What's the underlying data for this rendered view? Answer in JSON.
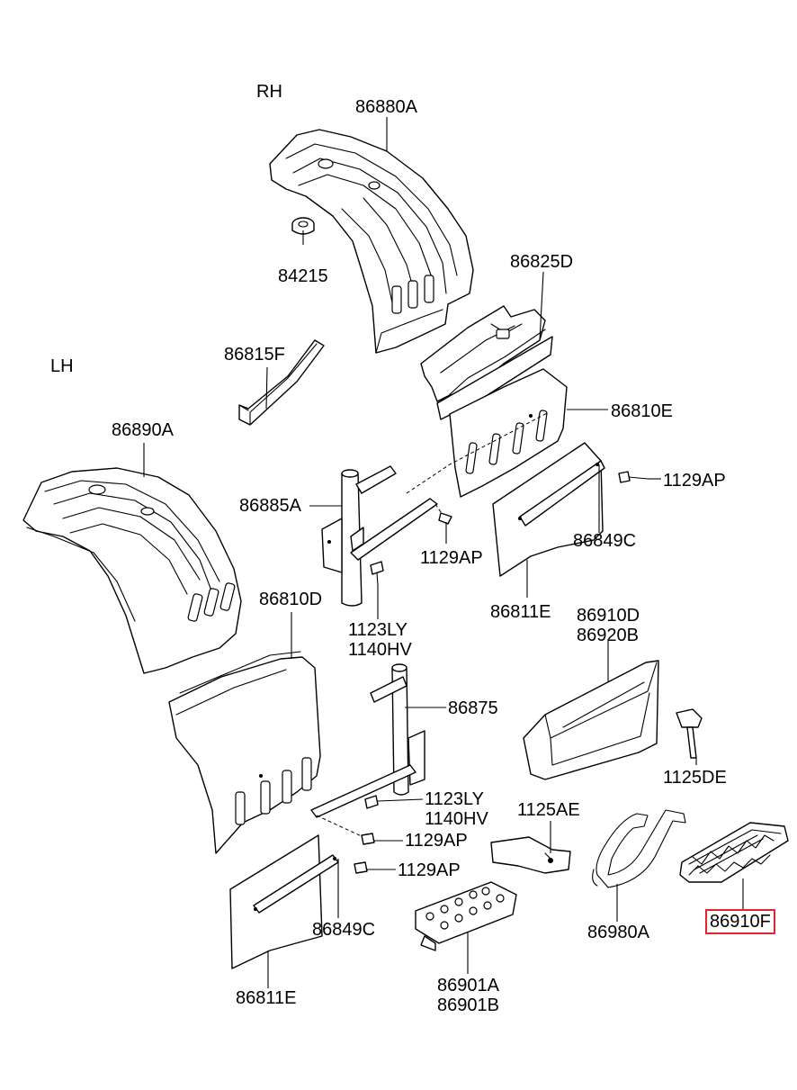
{
  "title": "",
  "side_labels": {
    "rh": "RH",
    "lh": "LH"
  },
  "callouts": {
    "p86880A": "86880A",
    "p84215": "84215",
    "p86825D": "86825D",
    "p86815F": "86815F",
    "p86810E": "86810E",
    "p86890A": "86890A",
    "p1129AP_right": "1129AP",
    "p86885A": "86885A",
    "p1129AP_mid": "1129AP",
    "p86849C_right": "86849C",
    "p86810D": "86810D",
    "p1123LY_a": "1123LY",
    "p1140HV_a": "1140HV",
    "p86811E_right": "86811E",
    "p86910D": "86910D",
    "p86920B": "86920B",
    "p86875": "86875",
    "p1125DE": "1125DE",
    "p1123LY_b": "1123LY",
    "p1140HV_b": "1140HV",
    "p1125AE": "1125AE",
    "p1129AP_low1": "1129AP",
    "p1129AP_low2": "1129AP",
    "p86849C_left": "86849C",
    "p86980A": "86980A",
    "p86910F": "86910F",
    "p86811E_left": "86811E",
    "p86901A": "86901A",
    "p86901B": "86901B"
  },
  "highlighted_part": "86910F",
  "highlight_color": "#e3262b",
  "line_color": "#000000",
  "background_color": "#ffffff"
}
